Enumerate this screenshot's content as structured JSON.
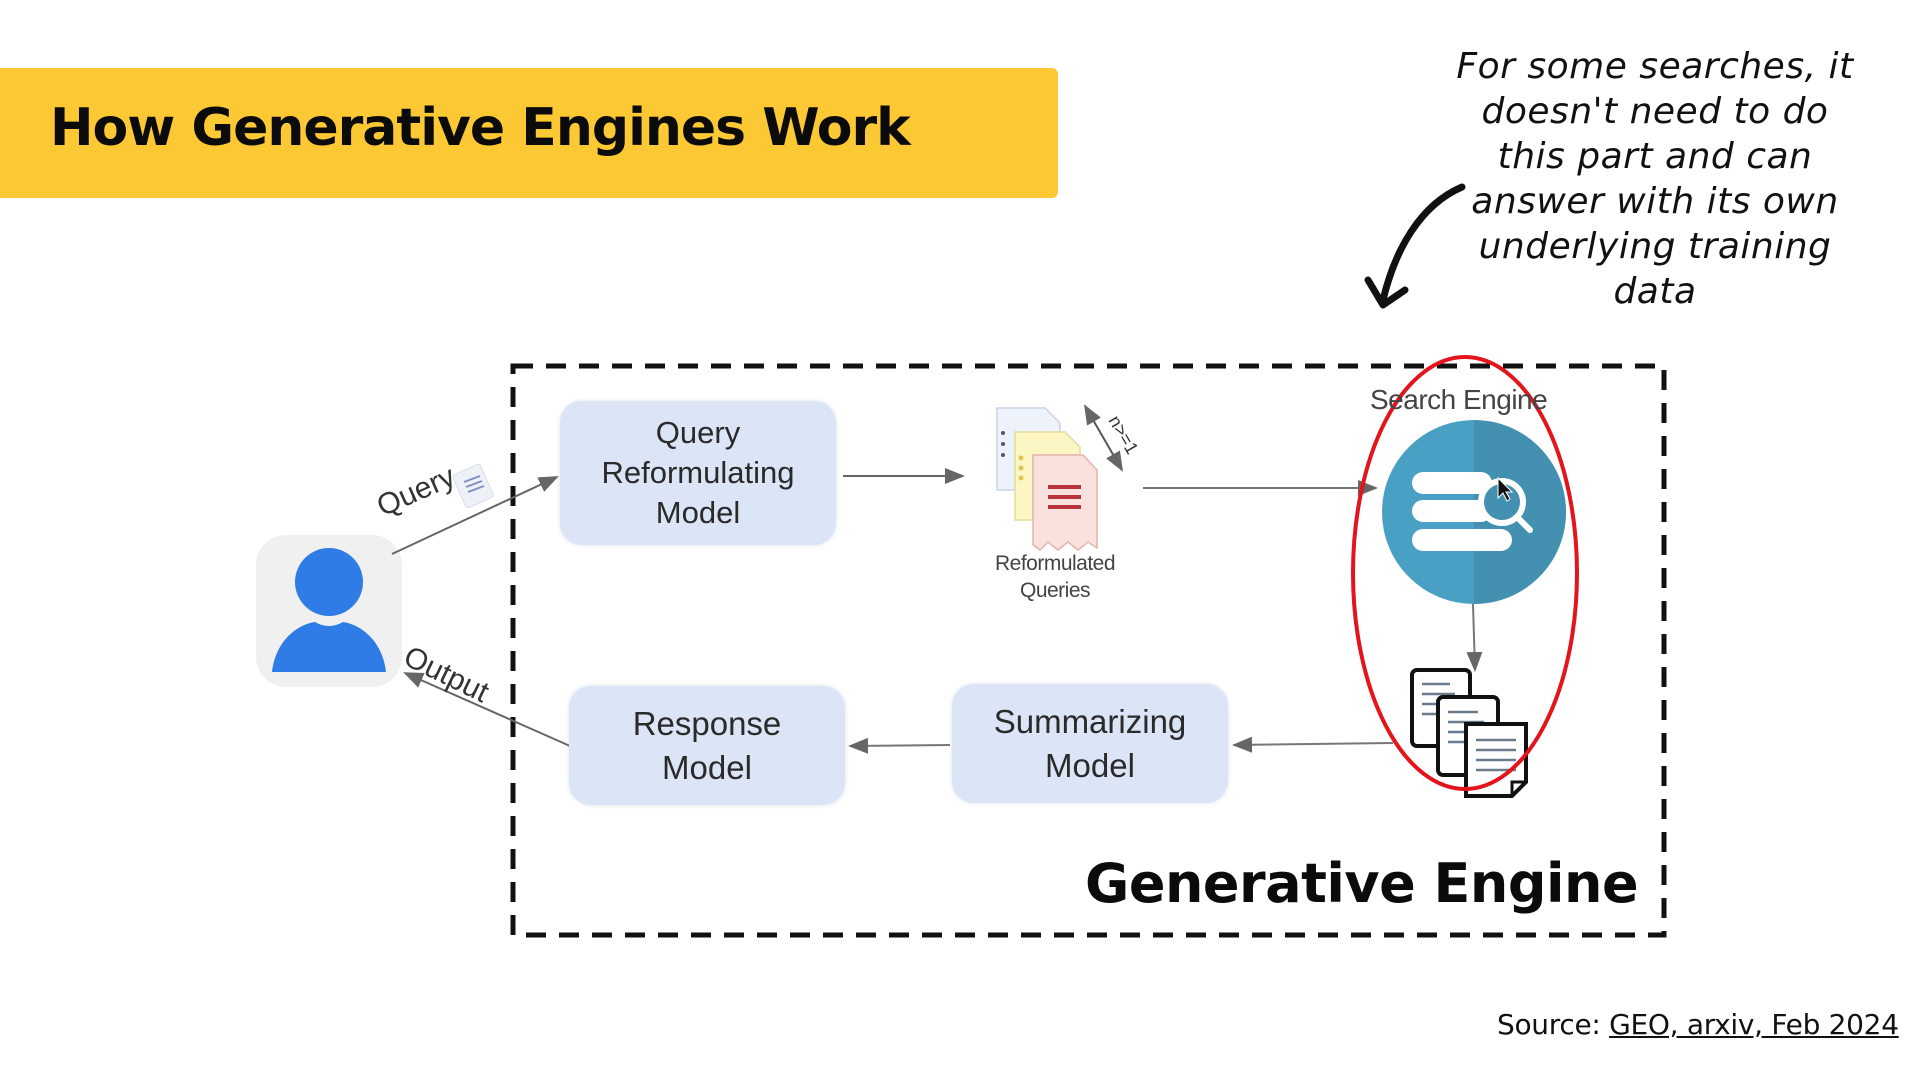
{
  "slide": {
    "title": "How Generative Engines Work",
    "colors": {
      "banner": "#fcc934",
      "box_fill": "#dbe5f6",
      "user_icon": "#2f7ce6",
      "search_engine": "#4a9fc4",
      "highlight_ellipse": "#e3141b"
    }
  },
  "annotation": {
    "lines": [
      "For some searches, it",
      "doesn't need to do",
      "this part and can",
      "answer with its own",
      "underlying training",
      "data"
    ]
  },
  "diagram": {
    "user_label": "User",
    "query_label": "Query",
    "output_label": "Output",
    "query_model": {
      "line1": "Query",
      "line2": "Reformulating",
      "line3": "Model"
    },
    "reformulated": {
      "line1": "Reformulated",
      "line2": "Queries",
      "count_label": "n>=1"
    },
    "search_engine_label": "Search Engine",
    "summarizing_model": {
      "line1": "Summarizing",
      "line2": "Model"
    },
    "response_model": {
      "line1": "Response",
      "line2": "Model"
    },
    "container_label": "Generative Engine"
  },
  "source": {
    "prefix": "Source: ",
    "link_text": "GEO, arxiv, Feb 2024"
  }
}
